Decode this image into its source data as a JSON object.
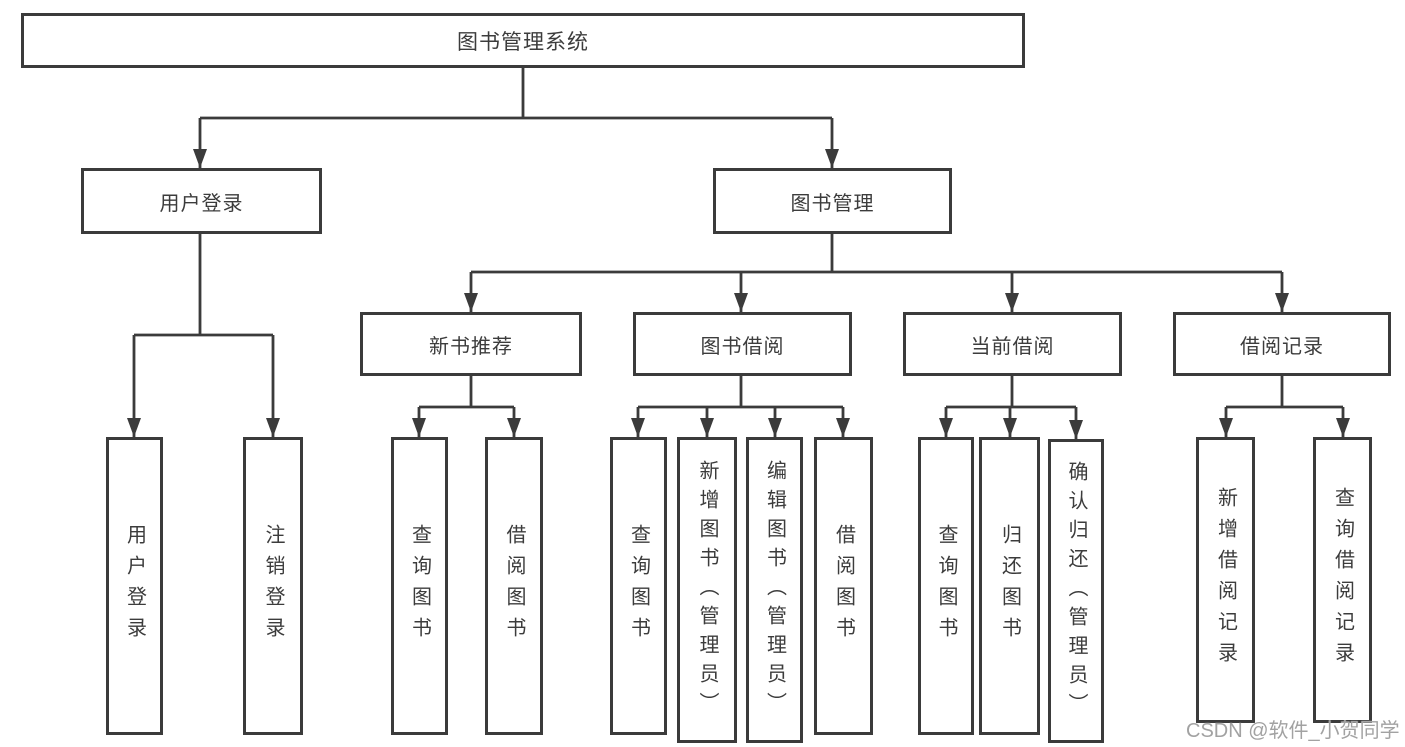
{
  "tree": {
    "label": "图书管理系统",
    "children": [
      {
        "label": "用户登录",
        "children": [
          {
            "label": "用户登录"
          },
          {
            "label": "注销登录"
          }
        ]
      },
      {
        "label": "图书管理",
        "children": [
          {
            "label": "新书推荐",
            "children": [
              {
                "label": "查询图书"
              },
              {
                "label": "借阅图书"
              }
            ]
          },
          {
            "label": "图书借阅",
            "children": [
              {
                "label": "查询图书"
              },
              {
                "label": "新增图书（管理员）"
              },
              {
                "label": "编辑图书（管理员）"
              },
              {
                "label": "借阅图书"
              }
            ]
          },
          {
            "label": "当前借阅",
            "children": [
              {
                "label": "查询图书"
              },
              {
                "label": "归还图书"
              },
              {
                "label": "确认归还（管理员）"
              }
            ]
          },
          {
            "label": "借阅记录",
            "children": [
              {
                "label": "新增借阅记录"
              },
              {
                "label": "查询借阅记录"
              }
            ]
          }
        ]
      }
    ]
  },
  "watermark": {
    "label": "CSDN @软件_小贺同学"
  },
  "colors": {
    "line": "#3b3b3b",
    "box_border": "#3b3b3b",
    "box_fill": "#ffffff",
    "text": "#3c3c3c",
    "watermark_text": "#a2a2a2",
    "background": "#ffffff"
  }
}
